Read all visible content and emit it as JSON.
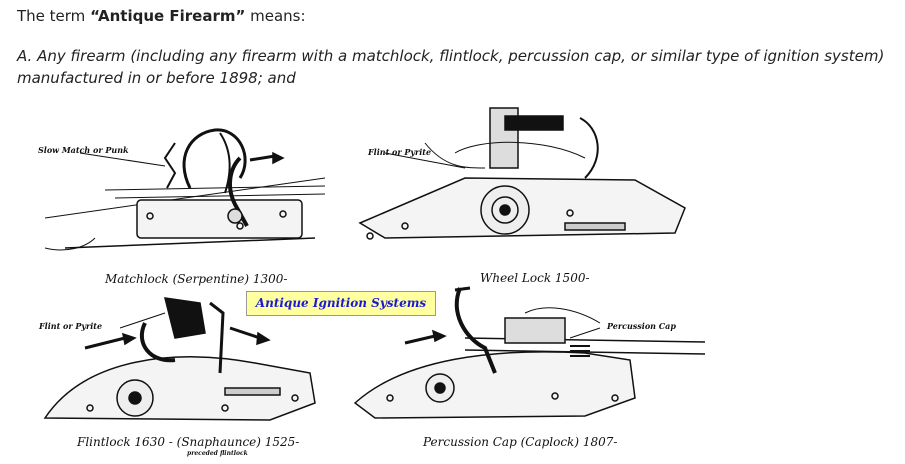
{
  "intro": {
    "prefix": "The term ",
    "term": "“Antique Firearm”",
    "suffix": " means:"
  },
  "definition_a": "A. Any firearm (including any firearm with a matchlock, flintlock, percussion cap, or similar type of ignition system) manufactured in or before 1898; and",
  "figure": {
    "banner": "Antique Ignition Systems",
    "panels": [
      {
        "pointer_label": "Slow Match or Punk",
        "caption": "Matchlock (Serpentine) 1300-"
      },
      {
        "pointer_label": "Flint or Pyrite",
        "caption": "Wheel Lock 1500-"
      },
      {
        "pointer_label": "Flint or Pyrite",
        "caption": "Flintlock 1630 -  (Snaphaunce) 1525-",
        "note": "preceded flintlock"
      },
      {
        "pointer_label": "Percussion Cap",
        "caption": "Percussion Cap (Caplock) 1807-"
      }
    ]
  }
}
